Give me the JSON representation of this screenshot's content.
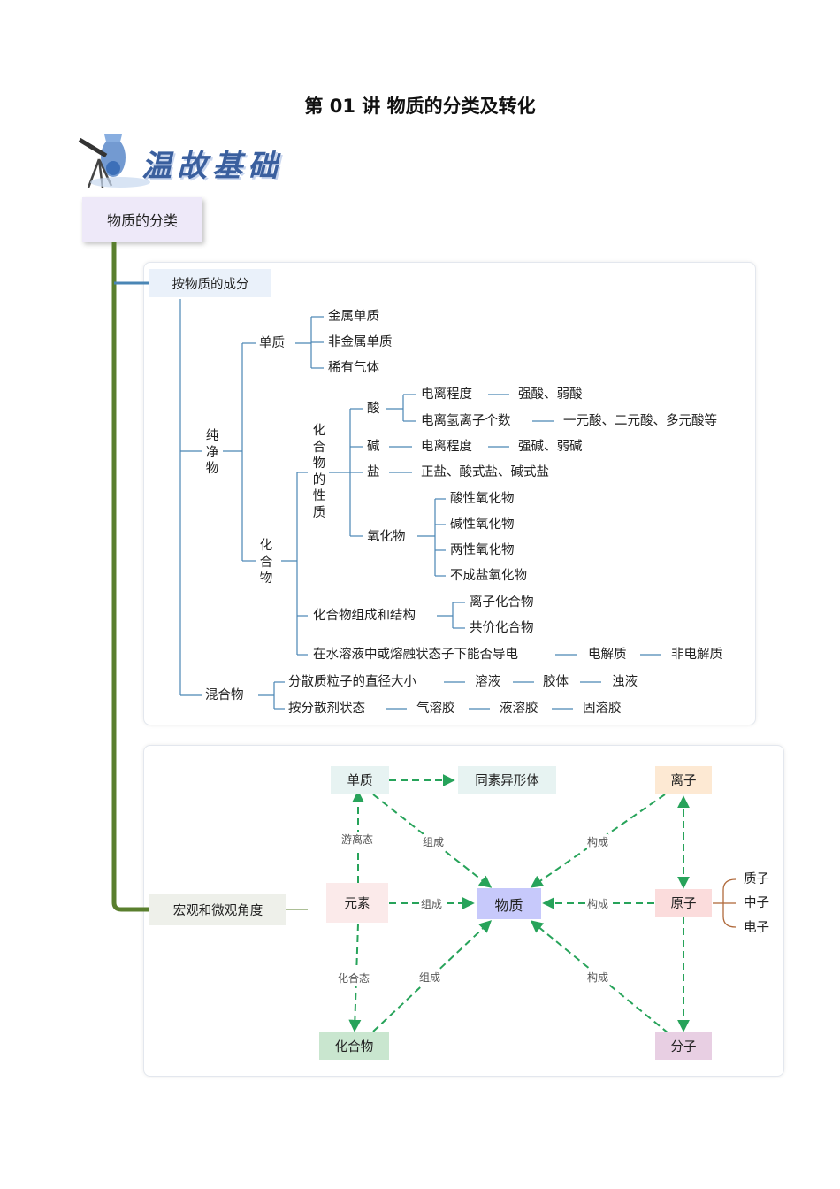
{
  "title": "第 01 讲  物质的分类及转化",
  "banner": "温故基础",
  "root": "物质的分类",
  "composition": {
    "header": "按物质的成分",
    "pure": "纯净物",
    "mixture": "混合物",
    "element_substance": "单质",
    "elem_items": [
      "金属单质",
      "非金属单质",
      "稀有气体"
    ],
    "compound": "化合物",
    "compound_property": "化合物的性质",
    "acid": "酸",
    "acid_ionization": "电离程度",
    "acid_strength": "强酸、弱酸",
    "acid_h_count": "电离氢离子个数",
    "acid_basicity": "一元酸、二元酸、多元酸等",
    "base": "碱",
    "base_ionization": "电离程度",
    "base_strength": "强碱、弱碱",
    "salt": "盐",
    "salt_types": "正盐、酸式盐、碱式盐",
    "oxide": "氧化物",
    "oxide_items": [
      "酸性氧化物",
      "碱性氧化物",
      "两性氧化物",
      "不成盐氧化物"
    ],
    "structure": "化合物组成和结构",
    "structure_items": [
      "离子化合物",
      "共价化合物"
    ],
    "conduct": "在水溶液中或熔融状态子下能否导电",
    "electrolyte": "电解质",
    "nonelectrolyte": "非电解质",
    "mix_size": "分散质粒子的直径大小",
    "mix_size_items": [
      "溶液",
      "胶体",
      "浊液"
    ],
    "mix_state": "按分散剂状态",
    "mix_state_items": [
      "气溶胶",
      "液溶胶",
      "固溶胶"
    ]
  },
  "macro": {
    "header": "宏观和微观角度",
    "element_substance": "单质",
    "allotrope": "同素异形体",
    "element": "元素",
    "matter": "物质",
    "compound": "化合物",
    "ion": "离子",
    "atom": "原子",
    "molecule": "分子",
    "subatomic": [
      "质子",
      "中子",
      "电子"
    ],
    "free_state": "游离态",
    "combined_state": "化合态",
    "compose": "组成",
    "constitute": "构成"
  },
  "colors": {
    "trunk": "#5a7f2e",
    "blue_line": "#4a86b5",
    "arrow_green": "#27a35a",
    "matter_box": "#c7c9fb",
    "ion_box": "#fde9d3",
    "atom_box": "#fbdcdc",
    "molecule_box": "#e8cfe3",
    "compound_box": "#c9e6cf",
    "element_box": "#fbeaea"
  }
}
